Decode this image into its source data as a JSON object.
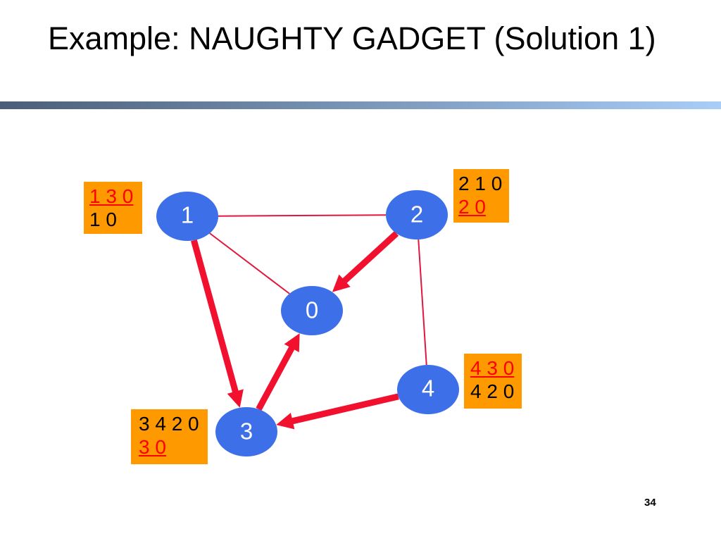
{
  "slide": {
    "title": "Example: NAUGHTY GADGET (Solution 1)",
    "page_number": "34"
  },
  "colors": {
    "node_fill": "#3d6fe8",
    "node_label": "#ffffff",
    "link": "#e3173e",
    "chosen_link": "#f2102f",
    "path_box_fill": "#ff9900",
    "chosen_path_text": "#ff0000",
    "divider_start": "#4b5e77",
    "divider_end": "#a9cdf7"
  },
  "nodes": [
    {
      "label": "0"
    },
    {
      "label": "1"
    },
    {
      "label": "2"
    },
    {
      "label": "3"
    },
    {
      "label": "4"
    }
  ],
  "edges": [
    {
      "from": 1,
      "to": 2,
      "directed": false
    },
    {
      "from": 1,
      "to": 0,
      "directed": false
    },
    {
      "from": 2,
      "to": 4,
      "directed": false
    },
    {
      "from": 1,
      "to": 3,
      "directed": true
    },
    {
      "from": 2,
      "to": 0,
      "directed": true
    },
    {
      "from": 3,
      "to": 0,
      "directed": true
    },
    {
      "from": 4,
      "to": 3,
      "directed": true
    }
  ],
  "path_boxes": {
    "1": {
      "lines": [
        {
          "text": "1 3 0",
          "chosen": true
        },
        {
          "text": "1 0",
          "chosen": false
        }
      ]
    },
    "2": {
      "lines": [
        {
          "text": "2 1 0",
          "chosen": false
        },
        {
          "text": "2 0",
          "chosen": true
        }
      ]
    },
    "3": {
      "lines": [
        {
          "text": "3 4 2 0",
          "chosen": false
        },
        {
          "text": "3 0",
          "chosen": true
        }
      ]
    },
    "4": {
      "lines": [
        {
          "text": "4 3 0",
          "chosen": true
        },
        {
          "text": "4 2 0",
          "chosen": false
        }
      ]
    }
  }
}
